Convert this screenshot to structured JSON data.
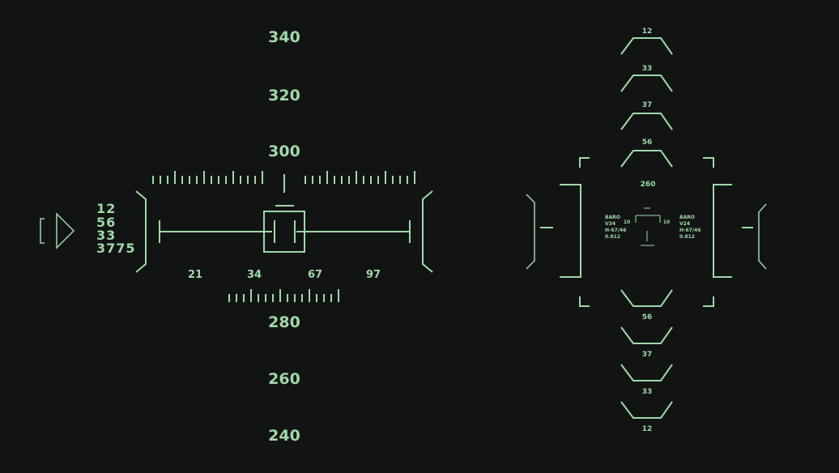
{
  "colors": {
    "background": "#121413",
    "hud": "#9fd8a8"
  },
  "left_hud": {
    "altitude_scale": {
      "upper": [
        "340",
        "320",
        "300"
      ],
      "lower": [
        "280",
        "260",
        "240"
      ]
    },
    "bottom_scale": [
      "21",
      "34",
      "67",
      "97"
    ],
    "readouts": [
      "12",
      "56",
      "33",
      "3775"
    ],
    "heading_marker_icon": "triangle-right-icon",
    "bracket_icon": "bracket-icon"
  },
  "right_hud": {
    "ladder_upper": [
      "12",
      "33",
      "37",
      "56"
    ],
    "ladder_lower": [
      "56",
      "37",
      "33",
      "12"
    ],
    "center_value": "260",
    "pitch_left": "10",
    "pitch_right": "10",
    "left_info": [
      "BARO",
      "V34",
      "H-67/46",
      "0.812"
    ],
    "right_info": [
      "BARO",
      "V24",
      "H-67/46",
      "0.812"
    ]
  }
}
